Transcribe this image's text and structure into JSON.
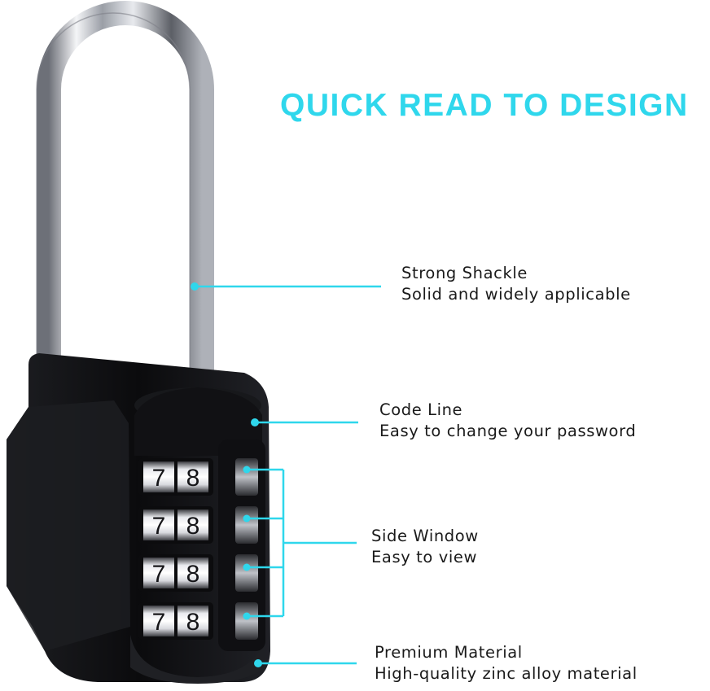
{
  "headline": "QUICK READ TO DESIGN",
  "features": [
    {
      "title": "Strong Shackle",
      "subtitle": "Solid and widely applicable"
    },
    {
      "title": "Code Line",
      "subtitle": "Easy to change your password"
    },
    {
      "title": "Side Window",
      "subtitle": "Easy to view"
    },
    {
      "title": "Premium Material",
      "subtitle": "High-quality zinc alloy material"
    }
  ],
  "dials": [
    {
      "digits": [
        "7",
        "8"
      ]
    },
    {
      "digits": [
        "7",
        "8"
      ]
    },
    {
      "digits": [
        "7",
        "8"
      ]
    },
    {
      "digits": [
        "7",
        "8"
      ]
    }
  ],
  "colors": {
    "accent": "#2fd7ec",
    "lock_body": "#0d0d0f",
    "shackle": "#c9ccd2"
  }
}
